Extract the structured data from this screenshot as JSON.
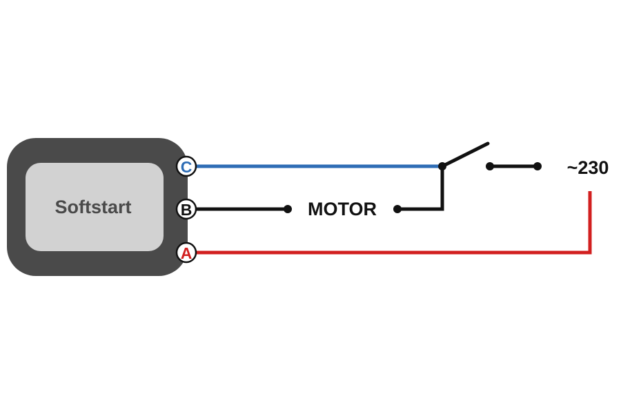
{
  "device": {
    "label": "Softstart"
  },
  "terminals": {
    "c": {
      "label": "C",
      "color": "#2e6db5"
    },
    "b": {
      "label": "B",
      "color": "#111111"
    },
    "a": {
      "label": "A",
      "color": "#d21f1f"
    }
  },
  "motor": {
    "label": "MOTOR"
  },
  "supply": {
    "label": "~230"
  },
  "colors": {
    "device_outer": "#4a4a4a",
    "device_inner": "#d2d2d2",
    "device_text": "#4a4a4a",
    "wire_black": "#111111",
    "wire_blue": "#2e6db5",
    "wire_red": "#d21f1f"
  }
}
